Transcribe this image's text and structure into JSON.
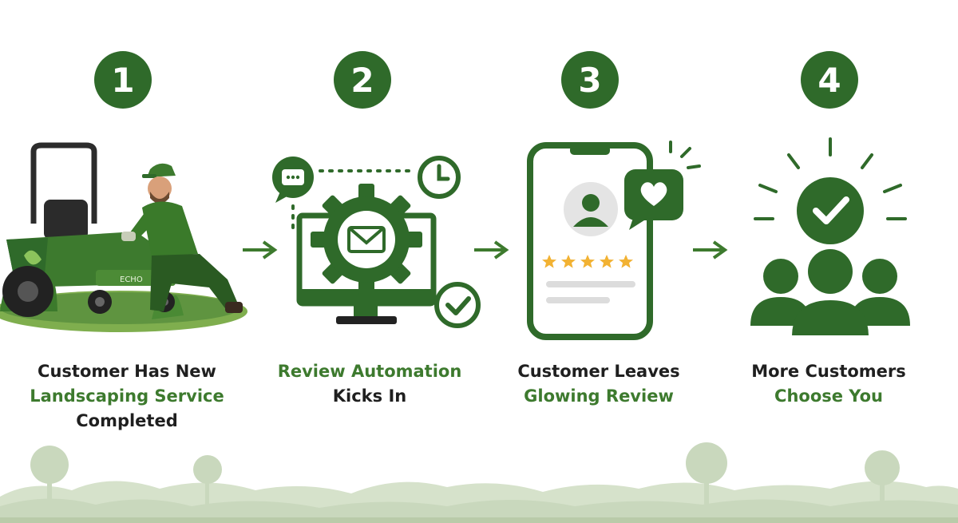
{
  "colors": {
    "brand_green": "#2f6a2a",
    "accent_green": "#3d7a2e",
    "text_dark": "#1f1f1f",
    "star_gold": "#f2b233",
    "ground_green": "#c9d8bd"
  },
  "steps": [
    {
      "number": "1",
      "icon": "lawn-mower-worker-icon",
      "caption_line1": "Customer Has New",
      "caption_line2": "Landscaping Service",
      "caption_line3": "Completed"
    },
    {
      "number": "2",
      "icon": "monitor-gear-email-icon",
      "caption_line1": "Review Automation",
      "caption_line2": "Kicks In"
    },
    {
      "number": "3",
      "icon": "phone-review-icon",
      "caption_line1": "Customer Leaves",
      "caption_line2": "Glowing Review",
      "rating_stars": 5
    },
    {
      "number": "4",
      "icon": "customers-check-icon",
      "caption_line1": "More Customers",
      "caption_line2": "Choose You"
    }
  ],
  "mower_label": "ECHO"
}
